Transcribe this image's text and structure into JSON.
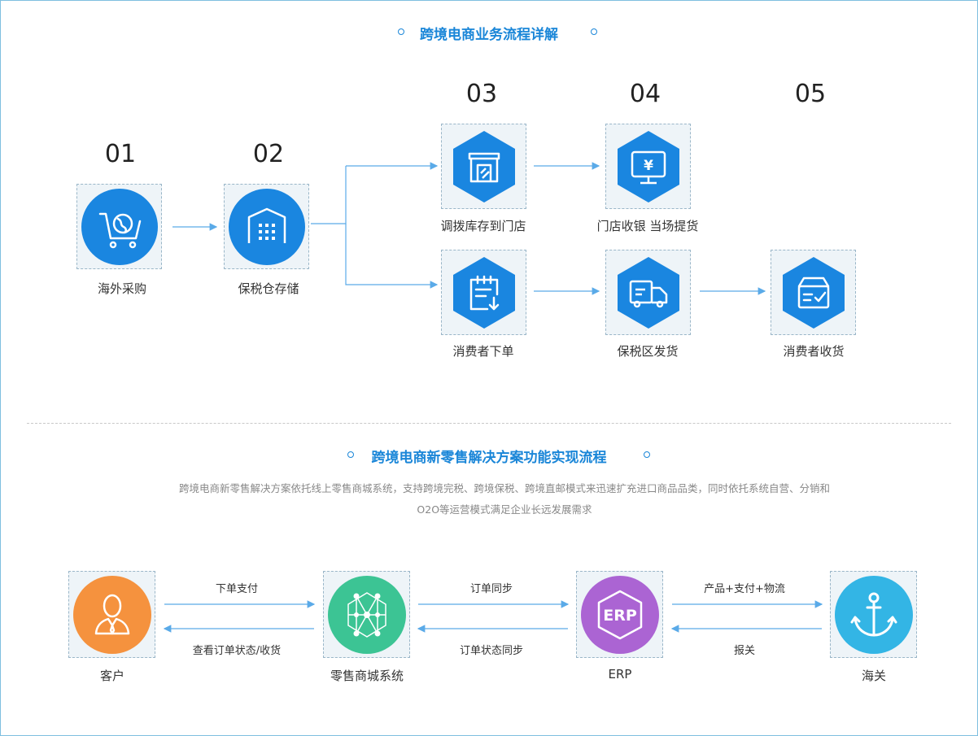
{
  "section1": {
    "title": "跨境电商业务流程详解",
    "steps": [
      {
        "num": "01",
        "label": "海外采购",
        "icon": "globe-cart-icon"
      },
      {
        "num": "02",
        "label": "保税仓存储",
        "icon": "warehouse-icon"
      },
      {
        "num": "03",
        "label": "调拨库存到门店",
        "icon": "store-icon"
      },
      {
        "num": "04",
        "label": "门店收银 当场提货",
        "icon": "cashier-monitor-icon"
      },
      {
        "num": "",
        "label": "消费者下单",
        "icon": "order-clipboard-icon"
      },
      {
        "num": "",
        "label": "保税区发货",
        "icon": "delivery-truck-icon"
      },
      {
        "num": "05",
        "label": "消费者收货",
        "icon": "received-box-icon"
      }
    ]
  },
  "section2": {
    "title": "跨境电商新零售解决方案功能实现流程",
    "description_line1": "跨境电商新零售解决方案依托线上零售商城系统，支持跨境完税、跨境保税、跨境直邮模式来迅速扩充进口商品品类，同时依托系统自营、分销和",
    "description_line2": "O2O等运营模式满足企业长远发展需求",
    "nodes": [
      {
        "label": "客户",
        "icon": "customer-icon",
        "color": "#f5923e"
      },
      {
        "label": "零售商城系统",
        "icon": "network-icon",
        "color": "#3cc494"
      },
      {
        "label": "ERP",
        "icon": "erp-icon",
        "color": "#ab64d3",
        "icon_text": "ERP"
      },
      {
        "label": "海关",
        "icon": "anchor-icon",
        "color": "#33b5e5"
      }
    ],
    "flows": [
      {
        "forward": "下单支付",
        "backward": "查看订单状态/收货"
      },
      {
        "forward": "订单同步",
        "backward": "订单状态同步"
      },
      {
        "forward": "产品+支付+物流",
        "backward": "报关"
      }
    ]
  },
  "colors": {
    "accent": "#1a86d8",
    "icon_blue": "#1a86e0",
    "arrow": "#5aaae8"
  }
}
